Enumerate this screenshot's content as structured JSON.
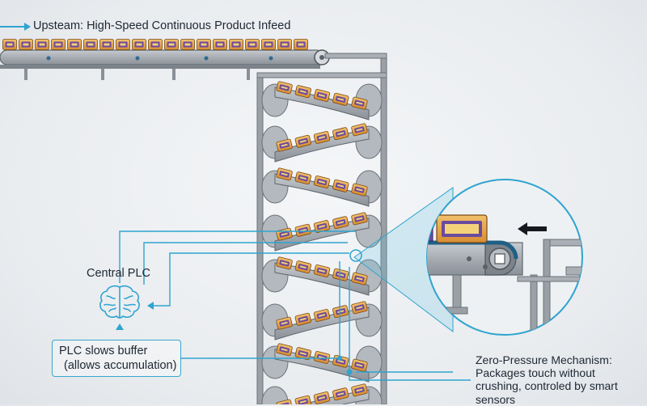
{
  "header": {
    "title": "Upsteam: High-Speed Continuous Product Infeed"
  },
  "controller": {
    "label": "Central PLC",
    "icon": "brain-icon",
    "action_line1": "PLC slows buffer",
    "action_line2": "(allows accumulation)"
  },
  "mechanism": {
    "line1": "Zero-Pressure Mechanism:",
    "line2": "Packages touch without",
    "line3": "crushing, controled by smart",
    "line4": "sensors"
  },
  "colors": {
    "accent": "#2fa4cf",
    "frame": "#8a9097",
    "belt": "#9aa1a8",
    "package_orange": "#e3a24a",
    "package_purple": "#6b4a9e",
    "background": "#eceff2"
  }
}
